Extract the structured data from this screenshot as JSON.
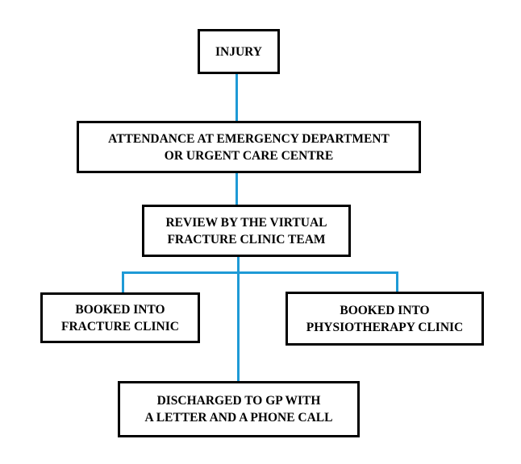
{
  "diagram": {
    "line_color": "#1e9ad6",
    "border_color": "#000000",
    "nodes": {
      "injury": {
        "line1": "INJURY"
      },
      "attendance": {
        "line1": "ATTENDANCE AT EMERGENCY DEPARTMENT",
        "line2": "OR URGENT CARE CENTRE"
      },
      "review": {
        "line1": "REVIEW BY THE VIRTUAL",
        "line2": "FRACTURE CLINIC TEAM"
      },
      "fracture_clinic": {
        "line1": "BOOKED INTO",
        "line2": "FRACTURE CLINIC"
      },
      "physiotherapy_clinic": {
        "line1": "BOOKED INTO",
        "line2": "PHYSIOTHERAPY CLINIC"
      },
      "discharged": {
        "line1": "DISCHARGED TO GP WITH",
        "line2": "A LETTER AND A PHONE CALL"
      }
    }
  }
}
